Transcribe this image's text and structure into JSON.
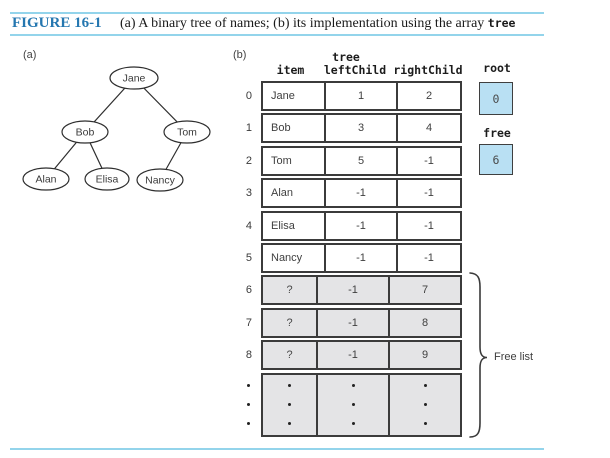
{
  "figure": {
    "label": "FIGURE 16-1",
    "caption_text": "(a) A binary tree of names; (b) its implementation using the array ",
    "caption_code": "tree"
  },
  "panel_a": {
    "label": "(a)",
    "nodes": [
      {
        "name": "Jane"
      },
      {
        "name": "Bob"
      },
      {
        "name": "Tom"
      },
      {
        "name": "Alan"
      },
      {
        "name": "Elisa"
      },
      {
        "name": "Nancy"
      }
    ],
    "edges": [
      [
        "Jane",
        "Bob"
      ],
      [
        "Jane",
        "Tom"
      ],
      [
        "Bob",
        "Alan"
      ],
      [
        "Bob",
        "Elisa"
      ],
      [
        "Tom",
        "Nancy"
      ]
    ]
  },
  "panel_b": {
    "label": "(b)",
    "array_name": "tree",
    "columns": [
      "item",
      "leftChild",
      "rightChild"
    ],
    "rows": [
      {
        "index": "0",
        "item": "Jane",
        "left": "1",
        "right": "2"
      },
      {
        "index": "1",
        "item": "Bob",
        "left": "3",
        "right": "4"
      },
      {
        "index": "2",
        "item": "Tom",
        "left": "5",
        "right": "-1"
      },
      {
        "index": "3",
        "item": "Alan",
        "left": "-1",
        "right": "-1"
      },
      {
        "index": "4",
        "item": "Elisa",
        "left": "-1",
        "right": "-1"
      },
      {
        "index": "5",
        "item": "Nancy",
        "left": "-1",
        "right": "-1"
      },
      {
        "index": "6",
        "item": "?",
        "left": "-1",
        "right": "7"
      },
      {
        "index": "7",
        "item": "?",
        "left": "-1",
        "right": "8"
      },
      {
        "index": "8",
        "item": "?",
        "left": "-1",
        "right": "9"
      }
    ],
    "root_label": "root",
    "root_value": "0",
    "free_label": "free",
    "free_value": "6",
    "free_list_label": "Free list"
  },
  "colors": {
    "accent_blue": "#2577b0",
    "rule_blue": "#93d4eb",
    "box_fill": "#b9e0f3",
    "shaded_row": "#e4e4e6",
    "border_dark": "#3b3b3b"
  }
}
